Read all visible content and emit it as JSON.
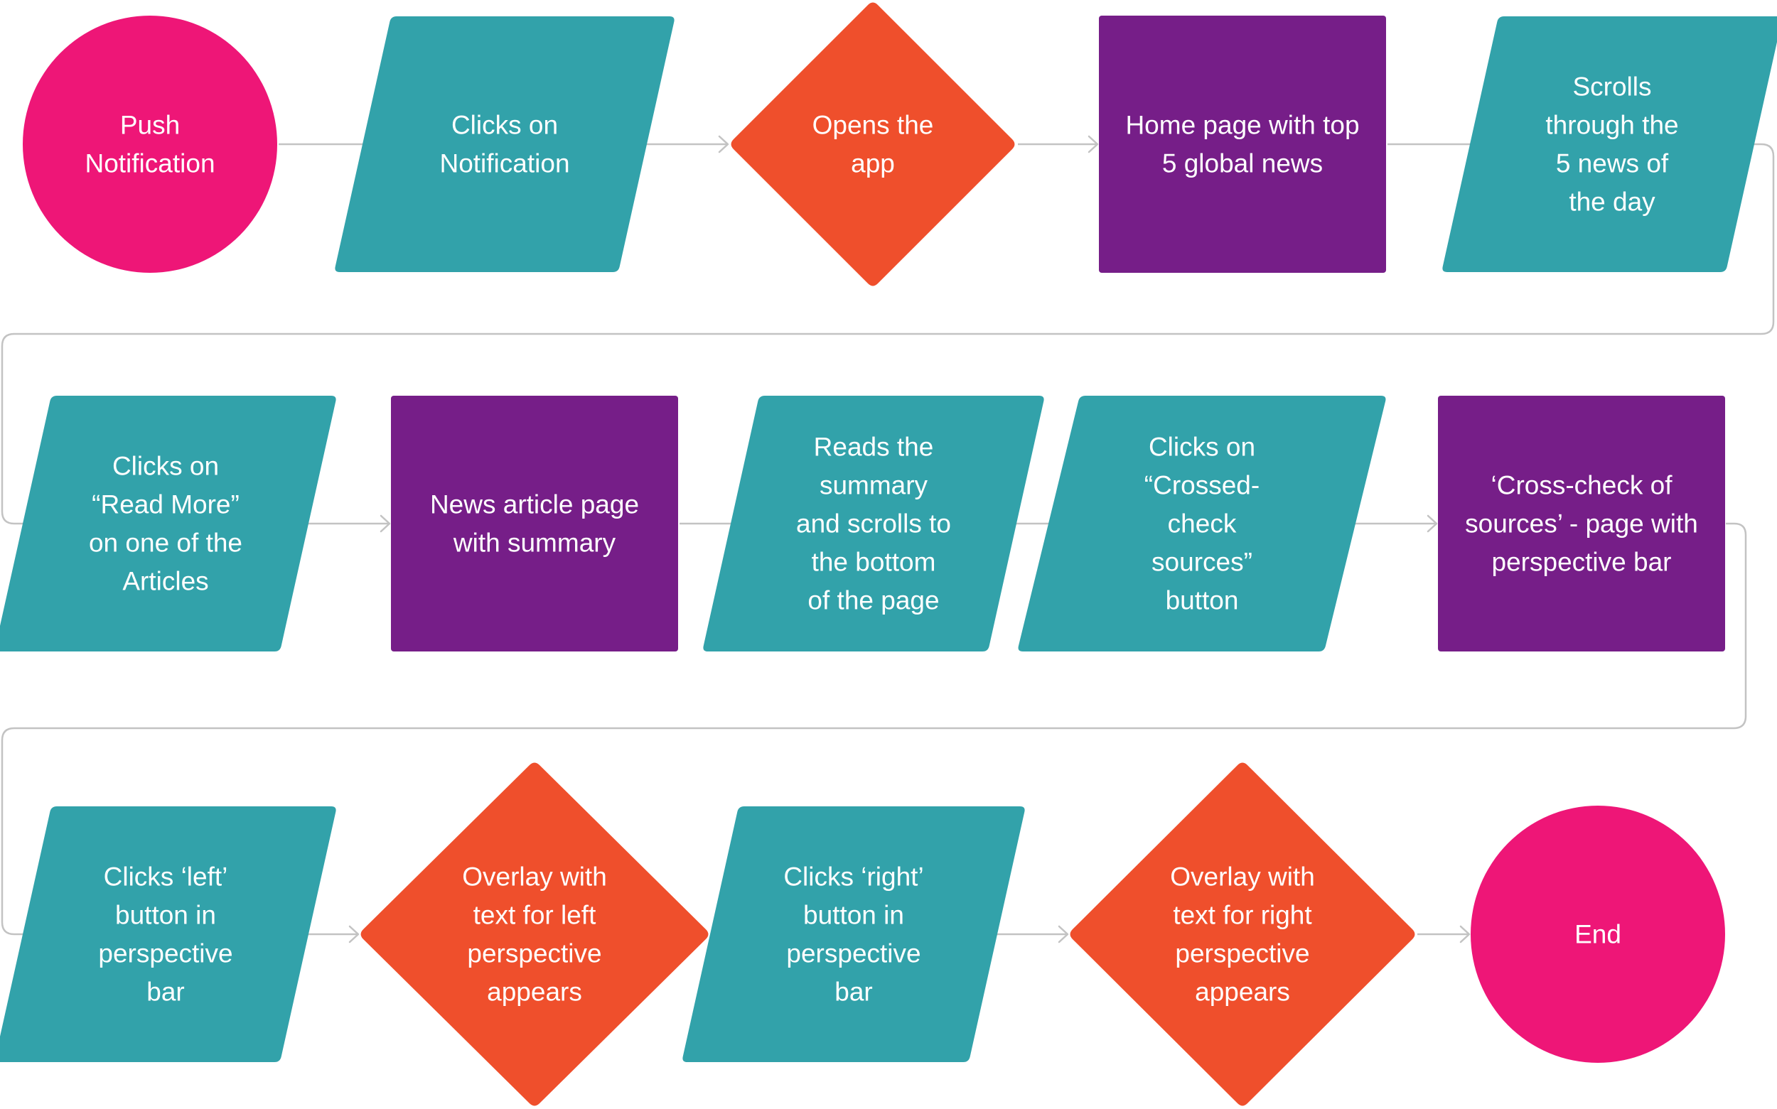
{
  "colors": {
    "terminal": "#ee1677",
    "action": "#32a2aa",
    "decision": "#ef4f2c",
    "page": "#761e88",
    "connector": "#c3c3c3"
  },
  "nodes": [
    {
      "id": "n1",
      "shape": "terminal",
      "lines": [
        "Push",
        "Notification"
      ]
    },
    {
      "id": "n2",
      "shape": "action",
      "lines": [
        "Clicks on",
        "Notification"
      ]
    },
    {
      "id": "n3",
      "shape": "decision",
      "lines": [
        "Opens the",
        "app"
      ]
    },
    {
      "id": "n4",
      "shape": "page",
      "lines": [
        "Home page with top",
        "5 global news"
      ]
    },
    {
      "id": "n5",
      "shape": "action",
      "lines": [
        "Scrolls",
        "through the",
        "5 news of",
        "the day"
      ]
    },
    {
      "id": "n6",
      "shape": "action",
      "lines": [
        "Clicks on",
        "“Read More”",
        "on one of the",
        "Articles"
      ]
    },
    {
      "id": "n7",
      "shape": "page",
      "lines": [
        "News article page",
        "with summary"
      ]
    },
    {
      "id": "n8",
      "shape": "action",
      "lines": [
        "Reads the",
        "summary",
        "and scrolls to",
        "the bottom",
        "of the page"
      ]
    },
    {
      "id": "n9",
      "shape": "action",
      "lines": [
        "Clicks on",
        "“Crossed-",
        "check",
        "sources”",
        "button"
      ]
    },
    {
      "id": "n10",
      "shape": "page",
      "lines": [
        "‘Cross-check of",
        "sources’ - page with",
        "perspective bar"
      ]
    },
    {
      "id": "n11",
      "shape": "action",
      "lines": [
        "Clicks ‘left’",
        "button in",
        "perspective",
        "bar"
      ]
    },
    {
      "id": "n12",
      "shape": "decision",
      "lines": [
        "Overlay with",
        "text for left",
        "perspective",
        "appears"
      ]
    },
    {
      "id": "n13",
      "shape": "action",
      "lines": [
        "Clicks ‘right’",
        "button in",
        "perspective",
        "bar"
      ]
    },
    {
      "id": "n14",
      "shape": "decision",
      "lines": [
        "Overlay with",
        "text for right",
        "perspective",
        "appears"
      ]
    },
    {
      "id": "n15",
      "shape": "terminal",
      "lines": [
        "End"
      ]
    }
  ],
  "edges": [
    [
      "n1",
      "n2"
    ],
    [
      "n2",
      "n3"
    ],
    [
      "n3",
      "n4"
    ],
    [
      "n4",
      "n5"
    ],
    [
      "n5",
      "n6"
    ],
    [
      "n6",
      "n7"
    ],
    [
      "n7",
      "n8"
    ],
    [
      "n8",
      "n9"
    ],
    [
      "n9",
      "n10"
    ],
    [
      "n10",
      "n11"
    ],
    [
      "n11",
      "n12"
    ],
    [
      "n12",
      "n13"
    ],
    [
      "n13",
      "n14"
    ],
    [
      "n14",
      "n15"
    ]
  ]
}
